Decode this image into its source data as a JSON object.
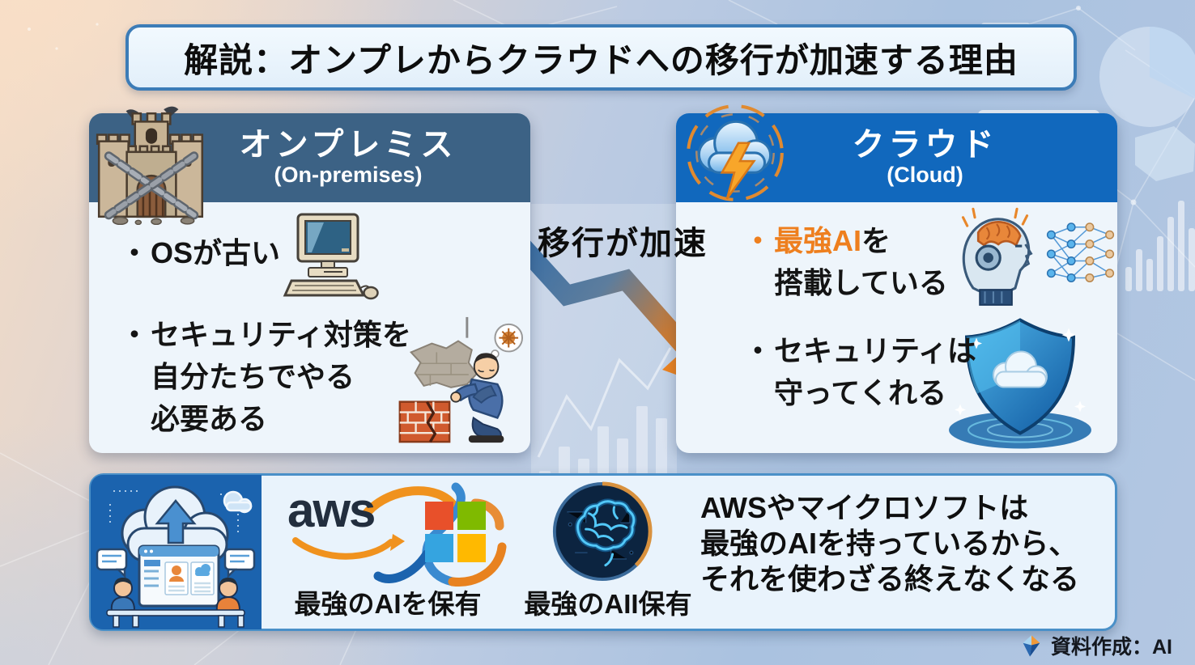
{
  "title": "解説：オンプレからクラウドへの移行が加速する理由",
  "left_card": {
    "title": "オンプレミス",
    "subtitle": "(On-premises)",
    "item1_bullet": "・",
    "item1_text": "OSが古い",
    "item2_bullet": "・",
    "item2_line1": "セキュリティ対策を",
    "item2_line2": "自分たちでやる",
    "item2_line3": "必要ある"
  },
  "arrow": {
    "label": "移行が加速"
  },
  "right_card": {
    "title": "クラウド",
    "subtitle": "(Cloud)",
    "item1_bullet": "・",
    "item1_highlight": "最強AI",
    "item1_suffix": "を",
    "item1_line2": "搭載している",
    "item2_bullet": "・",
    "item2_line1": "セキュリティは",
    "item2_line2": "守ってくれる"
  },
  "bottom_card": {
    "aws_wordmark": "aws",
    "logos_caption": "最強のAIを保有",
    "brain_caption": "最強のAII保有",
    "message_line1": "AWSやマイクロソフトは",
    "message_line2": "最強のAIを持っているから、",
    "message_line3": "それを使わざる終えなくなる"
  },
  "footer": {
    "credit": "資料作成：AI"
  },
  "icons": {
    "chained-castle-icon": "castle with crossed chains (on-premises)",
    "storm-cloud-icon": "cloud with lightning bolt (cloud)",
    "old-computer-icon": "beige retro desktop computer",
    "wall-repair-person-icon": "person patching a cracked wall",
    "android-head-icon": "robot head with exposed brain",
    "neural-network-icon": "neural network node graph",
    "cloud-shield-icon": "blue shield with cloud on glowing base",
    "cloud-upload-illustration": "two people uploading to cloud",
    "aws-smile-icon": "amazon smile arrow",
    "flow-swoosh-icon": "orange and blue connecting swoosh",
    "microsoft-logo": "four colored squares",
    "ai-brain-icon": "glowing blue brain in dark circle",
    "diamond-logo-icon": "faceted blue-orange diamond"
  },
  "colors": {
    "accent_orange": "#EE7F1E",
    "left_header_blue": "#3C6285",
    "right_header_blue": "#1168BD",
    "panel_blue": "#1B63AE",
    "title_border_blue": "#3C7CB7",
    "ms_red": "#E8502A",
    "ms_green": "#7FBA00",
    "ms_blue": "#35A4E0",
    "ms_yellow": "#FFB900",
    "bg_peach": "#F3DCC6",
    "bg_blue": "#AAC2E0"
  }
}
